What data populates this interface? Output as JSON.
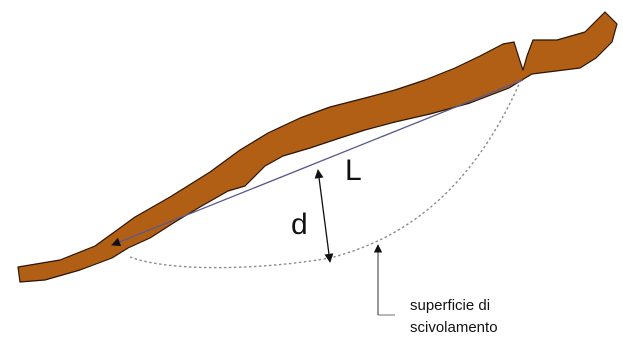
{
  "labels": {
    "length": "L",
    "depth": "d",
    "surface_line1": "superficie di",
    "surface_line2": "scivolamento"
  },
  "colors": {
    "soil_fill": "#b25f16",
    "soil_edge": "#2b1503",
    "chord_line": "#5a5a8a",
    "slip_surface": "#8c8c8c",
    "arrow": "#111111",
    "background": "#ffffff"
  }
}
